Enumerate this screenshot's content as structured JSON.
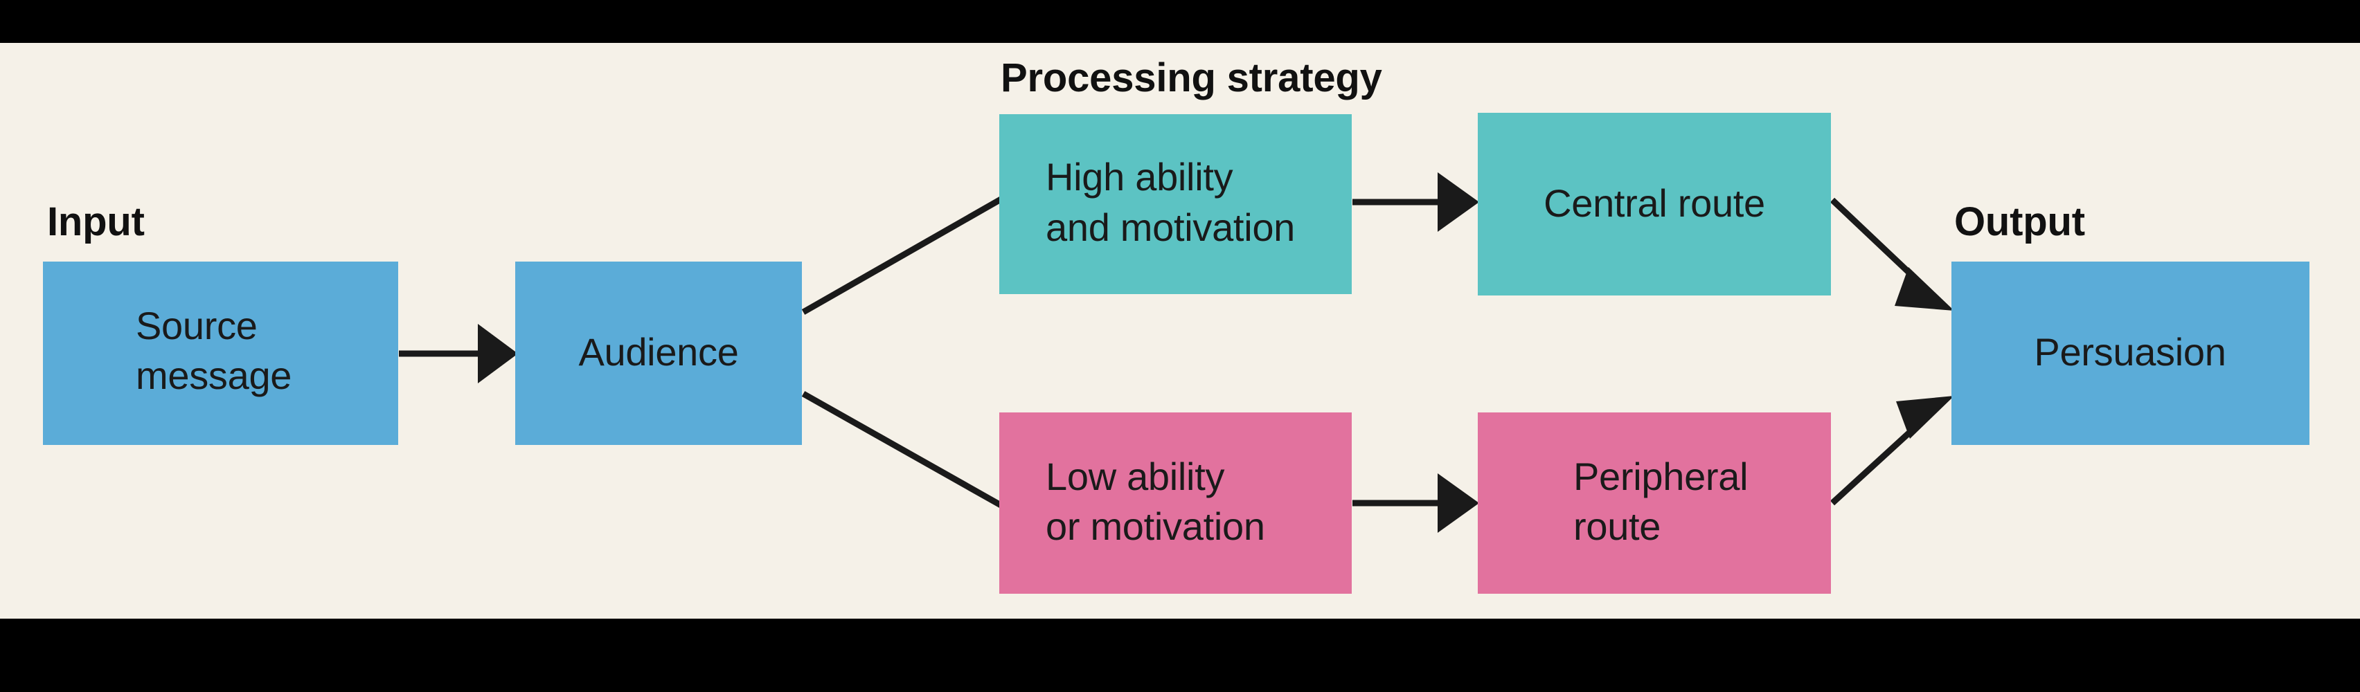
{
  "figure": {
    "background_color": "#f5f1e8",
    "band_color": "#000000",
    "text_color": "#1a1a1a"
  },
  "palette": {
    "blue": "#5bacd8",
    "teal": "#5cc3c3",
    "pink": "#e2729e"
  },
  "section_labels": {
    "input": "Input",
    "processing_strategy": "Processing strategy",
    "output": "Output"
  },
  "nodes": {
    "source_message": {
      "line1": "Source",
      "line2": "message",
      "color": "#5bacd8",
      "align": "left"
    },
    "audience": {
      "line1": "Audience",
      "line2": "",
      "color": "#5bacd8",
      "align": "center"
    },
    "high_ability": {
      "line1": "High ability",
      "line2": "and motivation",
      "color": "#5cc3c3",
      "align": "left"
    },
    "low_ability": {
      "line1": "Low ability",
      "line2": "or motivation",
      "color": "#e2729e",
      "align": "left"
    },
    "central_route": {
      "line1": "Central route",
      "line2": "",
      "color": "#5cc3c3",
      "align": "center"
    },
    "peripheral_route": {
      "line1": "Peripheral",
      "line2": "route",
      "color": "#e2729e",
      "align": "left"
    },
    "persuasion": {
      "line1": "Persuasion",
      "line2": "",
      "color": "#5bacd8",
      "align": "center"
    }
  },
  "edges": [
    {
      "id": "source-to-audience",
      "from": "source_message",
      "to": "audience",
      "arrowhead": true
    },
    {
      "id": "audience-to-high-ability",
      "from": "audience",
      "to": "high_ability",
      "arrowhead": false
    },
    {
      "id": "audience-to-low-ability",
      "from": "audience",
      "to": "low_ability",
      "arrowhead": false
    },
    {
      "id": "high-ability-to-central-route",
      "from": "high_ability",
      "to": "central_route",
      "arrowhead": true
    },
    {
      "id": "low-ability-to-peripheral-route",
      "from": "low_ability",
      "to": "peripheral_route",
      "arrowhead": true
    },
    {
      "id": "central-route-to-persuasion",
      "from": "central_route",
      "to": "persuasion",
      "arrowhead": true
    },
    {
      "id": "peripheral-route-to-persuasion",
      "from": "peripheral_route",
      "to": "persuasion",
      "arrowhead": true
    }
  ]
}
